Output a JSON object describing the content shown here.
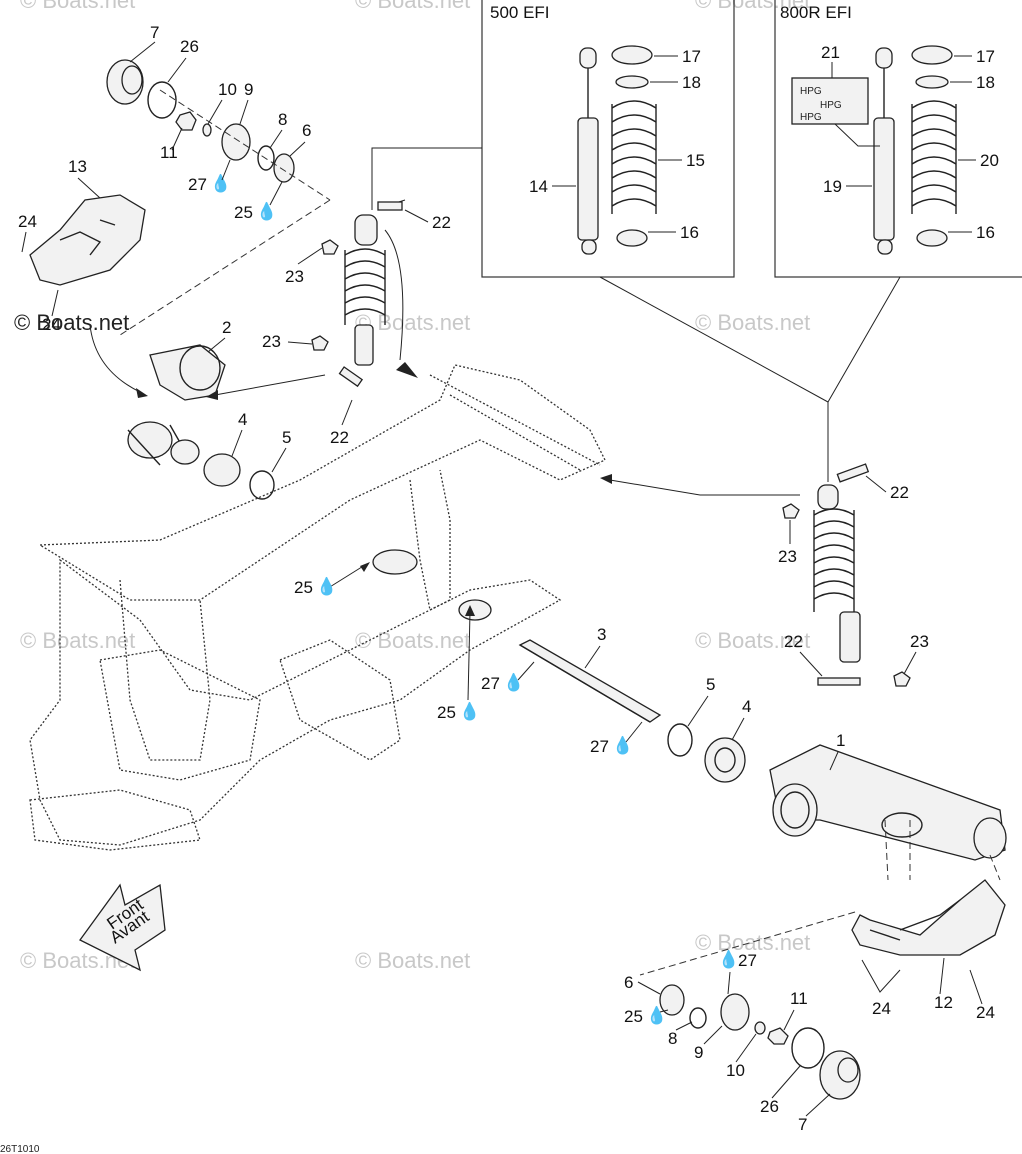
{
  "inset_boxes": [
    {
      "title": "500 EFI"
    },
    {
      "title": "800R EFI"
    }
  ],
  "callouts": [
    {
      "id": "c7a",
      "text": "7"
    },
    {
      "id": "c26a",
      "text": "26"
    },
    {
      "id": "c10a",
      "text": "10"
    },
    {
      "id": "c9a",
      "text": "9"
    },
    {
      "id": "c8a",
      "text": "8"
    },
    {
      "id": "c6a",
      "text": "6"
    },
    {
      "id": "c11a",
      "text": "11"
    },
    {
      "id": "c27a",
      "text": "27"
    },
    {
      "id": "c25a",
      "text": "25"
    },
    {
      "id": "c13",
      "text": "13"
    },
    {
      "id": "c24a",
      "text": "24"
    },
    {
      "id": "c24b",
      "text": "24"
    },
    {
      "id": "c2",
      "text": "2"
    },
    {
      "id": "c4a",
      "text": "4"
    },
    {
      "id": "c5a",
      "text": "5"
    },
    {
      "id": "c22a",
      "text": "22"
    },
    {
      "id": "c23a",
      "text": "23"
    },
    {
      "id": "c23b",
      "text": "23"
    },
    {
      "id": "c22b",
      "text": "22"
    },
    {
      "id": "c17a",
      "text": "17"
    },
    {
      "id": "c18a",
      "text": "18"
    },
    {
      "id": "c15",
      "text": "15"
    },
    {
      "id": "c14",
      "text": "14"
    },
    {
      "id": "c16a",
      "text": "16"
    },
    {
      "id": "c21",
      "text": "21"
    },
    {
      "id": "c17b",
      "text": "17"
    },
    {
      "id": "c18b",
      "text": "18"
    },
    {
      "id": "c20",
      "text": "20"
    },
    {
      "id": "c19",
      "text": "19"
    },
    {
      "id": "c16b",
      "text": "16"
    },
    {
      "id": "c22c",
      "text": "22"
    },
    {
      "id": "c23c",
      "text": "23"
    },
    {
      "id": "c22d",
      "text": "22"
    },
    {
      "id": "c23d",
      "text": "23"
    },
    {
      "id": "c25b",
      "text": "25"
    },
    {
      "id": "c3",
      "text": "3"
    },
    {
      "id": "c27b",
      "text": "27"
    },
    {
      "id": "c25c",
      "text": "25"
    },
    {
      "id": "c5b",
      "text": "5"
    },
    {
      "id": "c4b",
      "text": "4"
    },
    {
      "id": "c27c",
      "text": "27"
    },
    {
      "id": "c1",
      "text": "1"
    },
    {
      "id": "c27d",
      "text": "27"
    },
    {
      "id": "c6b",
      "text": "6"
    },
    {
      "id": "c25d",
      "text": "25"
    },
    {
      "id": "c8b",
      "text": "8"
    },
    {
      "id": "c9b",
      "text": "9"
    },
    {
      "id": "c11b",
      "text": "11"
    },
    {
      "id": "c10b",
      "text": "10"
    },
    {
      "id": "c26b",
      "text": "26"
    },
    {
      "id": "c7b",
      "text": "7"
    },
    {
      "id": "c24c",
      "text": "24"
    },
    {
      "id": "c12",
      "text": "12"
    },
    {
      "id": "c24d",
      "text": "24"
    }
  ],
  "direction_arrow": {
    "line1": "Front",
    "line2": "Avant"
  },
  "watermark": "© Boats.net",
  "decal_text": "HPG",
  "figure_code": "26T1010"
}
